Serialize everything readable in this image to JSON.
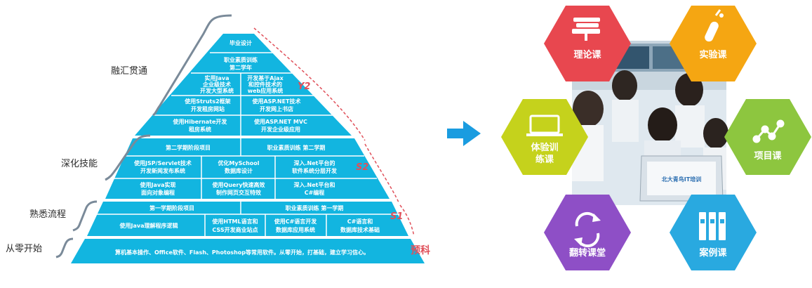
{
  "pyramid": {
    "stage_labels": {
      "s0": "从零开始",
      "s1": "熟悉流程",
      "s2": "深化技能",
      "s3": "融汇贯通"
    },
    "phase_labels": {
      "prep": "预科",
      "s1": "S1",
      "s2": "S2",
      "y2": "Y2"
    },
    "levels": {
      "base": "算机基本操作、Office软件、Flash、Photoshop等常用软件。从零开始，打基础，建立学习信心。",
      "s1_title_left": "第一学期阶段项目",
      "s1_title_right": "职业素质训练 第一学期",
      "s1_a": "使用Java理解程序逻辑",
      "s1_b1": "使用HTML语言和",
      "s1_b2": "CSS开发商业站点",
      "s1_c1": "使用C#语言开发",
      "s1_c2": "数据库应用系统",
      "s1_d1": "C#语言和",
      "s1_d2": "数据库技术基础",
      "s2_r1_a1": "使用Java实现",
      "s2_r1_a2": "面向对象编程",
      "s2_r1_b1": "使用Query快速高效",
      "s2_r1_b2": "制作网页交互特效",
      "s2_r1_c1": "深入.Net平台和",
      "s2_r1_c2": "C#编程",
      "s2_r2_a1": "使用JSP/Servlet技术",
      "s2_r2_a2": "开发新闻发布系统",
      "s2_r2_b1": "优化MySchool",
      "s2_r2_b2": "数据库设计",
      "s2_r2_c1": "深入.Net平台的",
      "s2_r2_c2": "软件系统分层开发",
      "s2_title_left": "第二学期阶段项目",
      "s2_title_right": "职业素质训练 第二学期",
      "y2_r1_l1": "使用Hibernate开发",
      "y2_r1_l2": "租房系统",
      "y2_r1_r1": "使用ASP.NET MVC",
      "y2_r1_r2": "开发企业级应用",
      "y2_r2_l1": "使用Struts2框架",
      "y2_r2_l2": "开发租房网站",
      "y2_r2_r1": "使用ASP.NET技术",
      "y2_r2_r2": "开发网上书店",
      "y2_r3_l1": "实用Java",
      "y2_r3_l2": "企业级技术",
      "y2_r3_l3": "开发大型系统",
      "y2_r3_r1": "开发基于Ajax",
      "y2_r3_r2": "和控件技术的",
      "y2_r3_r3": "web应用系统",
      "y2_r4_1": "职业素质训练",
      "y2_r4_2": "第二学年",
      "top": "毕业设计"
    }
  },
  "hexagons": {
    "theory": {
      "label": "理论课",
      "icon": "books-icon",
      "color": "#e8474f"
    },
    "experiment": {
      "label": "实验课",
      "icon": "test-tube-icon",
      "color": "#f5a612"
    },
    "project": {
      "label": "项目课",
      "icon": "chart-nodes-icon",
      "color": "#8dc63f"
    },
    "case": {
      "label": "案例课",
      "icon": "binders-icon",
      "color": "#29a9e0"
    },
    "flip": {
      "label": "翻转课堂",
      "icon": "refresh-icon",
      "color": "#8e4fc6"
    },
    "experience_l1": "体验训",
    "experience_l2": "练课",
    "experience": {
      "icon": "laptop-icon",
      "color": "#c5d21c"
    }
  },
  "photo": {
    "laptop_logo": "北大青鸟IT培训"
  },
  "colors": {
    "pyramid": "#12b5e0",
    "arrow": "#1a9ce0"
  }
}
